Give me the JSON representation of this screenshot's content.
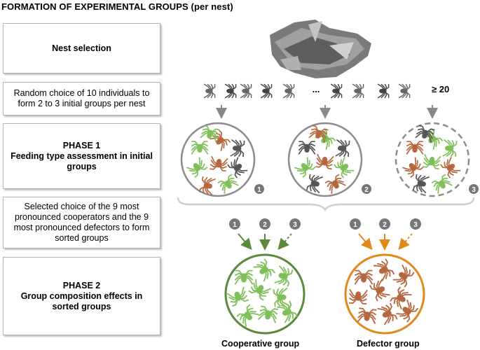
{
  "title": "FORMATION OF EXPERIMENTAL GROUPS (per nest)",
  "stages": [
    {
      "text": "Nest selection",
      "bold": true
    },
    {
      "text": "Random choice of 10 individuals to form 2 to 3 initial groups per nest",
      "bold": false
    },
    {
      "text": "PHASE 1\nFeeding type assessment in initial groups",
      "bold": true
    },
    {
      "text": "Selected choice of the 9 most pronounced cooperators and the 9 most pronounced defectors to form sorted groups",
      "bold": false
    },
    {
      "text": "PHASE 2\nGroup composition effects in sorted groups",
      "bold": true
    }
  ],
  "spider_row": {
    "ellipsis": "...",
    "count_label": "≥ 20"
  },
  "initial_groups": [
    {
      "number": "1",
      "dashed": false
    },
    {
      "number": "2",
      "dashed": false
    },
    {
      "number": "3",
      "dashed": true
    }
  ],
  "sorted_groups": [
    {
      "label": "Cooperative group",
      "color": "#5b8a3c",
      "sources": [
        "1",
        "2",
        "3"
      ]
    },
    {
      "label": "Defector group",
      "color": "#e08a1e",
      "sources": [
        "1",
        "2",
        "3"
      ]
    }
  ],
  "colors": {
    "cooperator": "#7fbf5a",
    "defector": "#b5673f",
    "neutral": "#555555",
    "cooperative_circle": "#5b8a3c",
    "defector_circle": "#e08a1e",
    "initial_circle": "#8c8c8c"
  }
}
